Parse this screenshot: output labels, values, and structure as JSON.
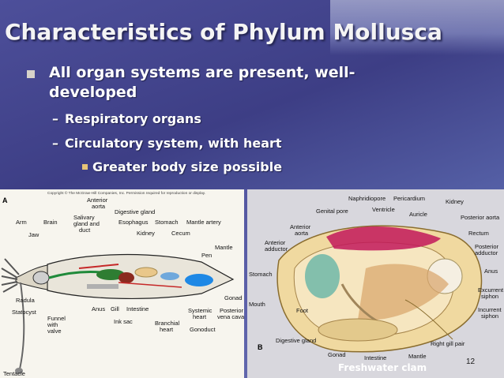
{
  "slide": {
    "title": "Characteristics of Phylum Mollusca",
    "bullet_main": "All organ systems are present, well-developed",
    "sub_bullets": [
      "Respiratory organs",
      "Circulatory system, with heart"
    ],
    "sub_sub_bullet": "Greater body size possible",
    "caption": "Freshwater clam",
    "page_number": "12"
  },
  "figure_a": {
    "panel_letter": "A",
    "copyright": "Copyright © The McGraw-Hill Companies, Inc. Permission required for reproduction or display.",
    "labels": {
      "arm": "Arm",
      "brain": "Brain",
      "jaw": "Jaw",
      "anterior": "Anterior",
      "aorta": "aorta",
      "digestive_gland": "Digestive gland",
      "salivary": "Salivary",
      "gland_and": "gland and",
      "duct": "duct",
      "esophagus": "Esophagus",
      "stomach": "Stomach",
      "mantle_artery": "Mantle artery",
      "kidney": "Kidney",
      "cecum": "Cecum",
      "mantle": "Mantle",
      "pen": "Pen",
      "radula": "Radula",
      "statocyst": "Statocyst",
      "funnel": "Funnel",
      "with": "with",
      "valve": "valve",
      "anus": "Anus",
      "gill": "Gill",
      "intestine": "Intestine",
      "ink_sac": "Ink sac",
      "branchial": "Branchial",
      "heart": "heart",
      "systemic": "Systemic",
      "heart2": "heart",
      "gonoduct": "Gonoduct",
      "gonad": "Gonad",
      "posterior": "Posterior",
      "vena_cava": "vena cava",
      "tentacle": "Tentacle"
    }
  },
  "figure_b": {
    "panel_letter": "B",
    "labels": {
      "naphridiopore": "Naphridiopore",
      "pericardium": "Pericardium",
      "kidney": "Kidney",
      "genital_pore": "Genital pore",
      "ventricle": "Ventricle",
      "auricle": "Auricle",
      "posterior_aorta": "Posterior aorta",
      "rectum": "Rectum",
      "anterior": "Anterior",
      "aorta": "aorta",
      "anterior2": "Anterior",
      "adductor": "adductor",
      "posterior": "Posterior",
      "adductor2": "adductor",
      "stomach": "Stomach",
      "anus": "Anus",
      "excurrent": "Excurrent",
      "siphon": "siphon",
      "mouth": "Mouth",
      "foot": "Foot",
      "incurrent": "Incurrent",
      "siphon2": "siphon",
      "digestive_gland": "Digestive gland",
      "gonad": "Gonad",
      "intestine": "Intestine",
      "mantle": "Mantle",
      "right_gill_pair": "Right gill pair"
    }
  },
  "colors": {
    "title": "#f4f4f4",
    "background": "#3e3f86",
    "bullet_square": "#d7d3c9",
    "sub_sub_square": "#e7c477"
  }
}
